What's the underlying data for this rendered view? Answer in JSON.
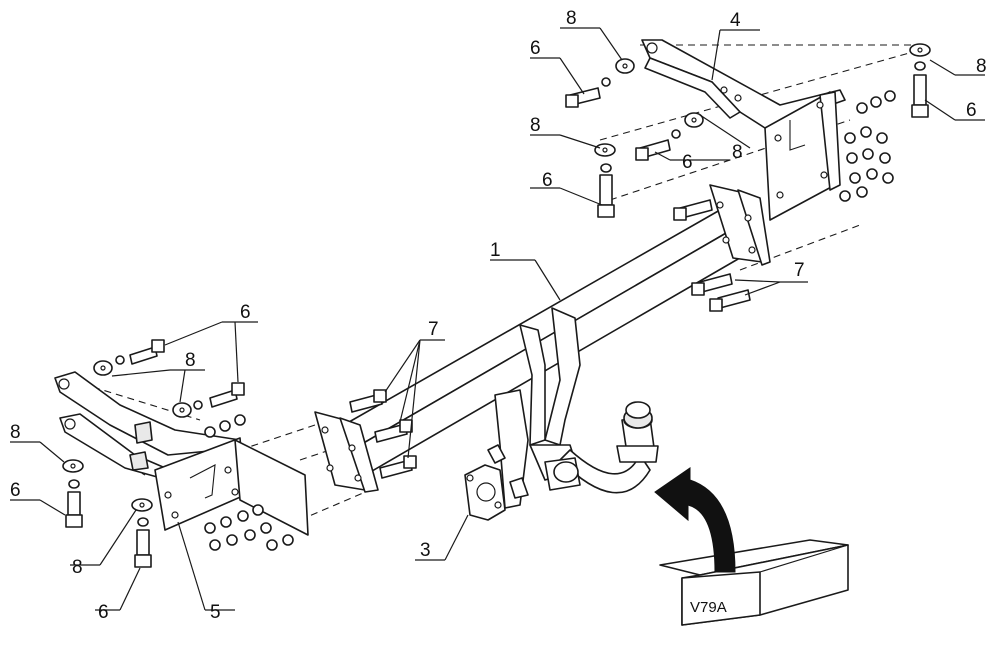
{
  "diagram": {
    "labels": {
      "l1": "1",
      "l3": "3",
      "l4": "4",
      "l5": "5",
      "l6a": "6",
      "l6b": "6",
      "l6c": "6",
      "l6d": "6",
      "l6e": "6",
      "l6f": "6",
      "l6g": "6",
      "l7a": "7",
      "l7b": "7",
      "l8a": "8",
      "l8b": "8",
      "l8c": "8",
      "l8d": "8",
      "l8e": "8",
      "l8f": "8",
      "l8g": "8"
    },
    "package_label": "V79A"
  }
}
